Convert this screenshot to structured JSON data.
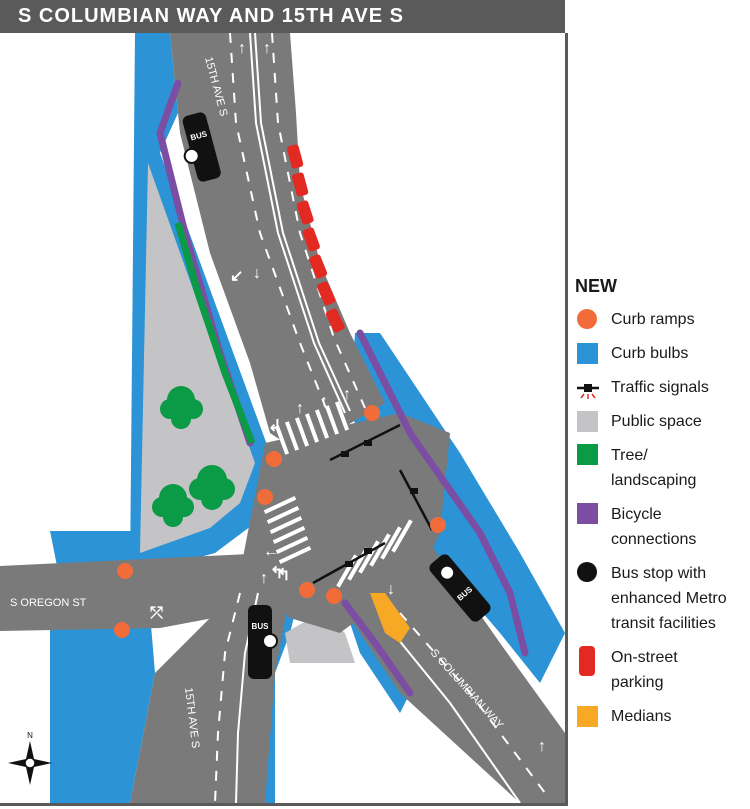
{
  "title": "S COLUMBIAN WAY AND 15TH AVE S",
  "map": {
    "street_labels": {
      "ave_north": "15TH AVE S",
      "ave_south": "15TH AVE S",
      "oregon": "S OREGON ST",
      "columbian": "S COLUMBIAN WAY"
    },
    "bus_label": "BUS",
    "compass": "N"
  },
  "legend": {
    "heading": "NEW",
    "items": [
      {
        "line1": "Curb ramps",
        "line2": "",
        "color": "#f26c3a",
        "shape": "circle"
      },
      {
        "line1": "Curb bulbs",
        "line2": "",
        "color": "#2b93d6",
        "shape": "square"
      },
      {
        "line1": "Traffic signals",
        "line2": "",
        "color": "#1a1a1a",
        "shape": "signal"
      },
      {
        "line1": "Public space",
        "line2": "",
        "color": "#c4c4c6",
        "shape": "square"
      },
      {
        "line1": "Tree/",
        "line2": "landscaping",
        "color": "#0b9a46",
        "shape": "square"
      },
      {
        "line1": "Bicycle",
        "line2": "connections",
        "color": "#7b4ea3",
        "shape": "square"
      },
      {
        "line1": "Bus stop with",
        "line2": "enhanced Metro transit facilities",
        "color": "#111111",
        "shape": "circle"
      },
      {
        "line1": "On-street",
        "line2": "parking",
        "color": "#e32a22",
        "shape": "tall"
      },
      {
        "line1": "Medians",
        "line2": "",
        "color": "#f7a824",
        "shape": "square"
      }
    ]
  }
}
